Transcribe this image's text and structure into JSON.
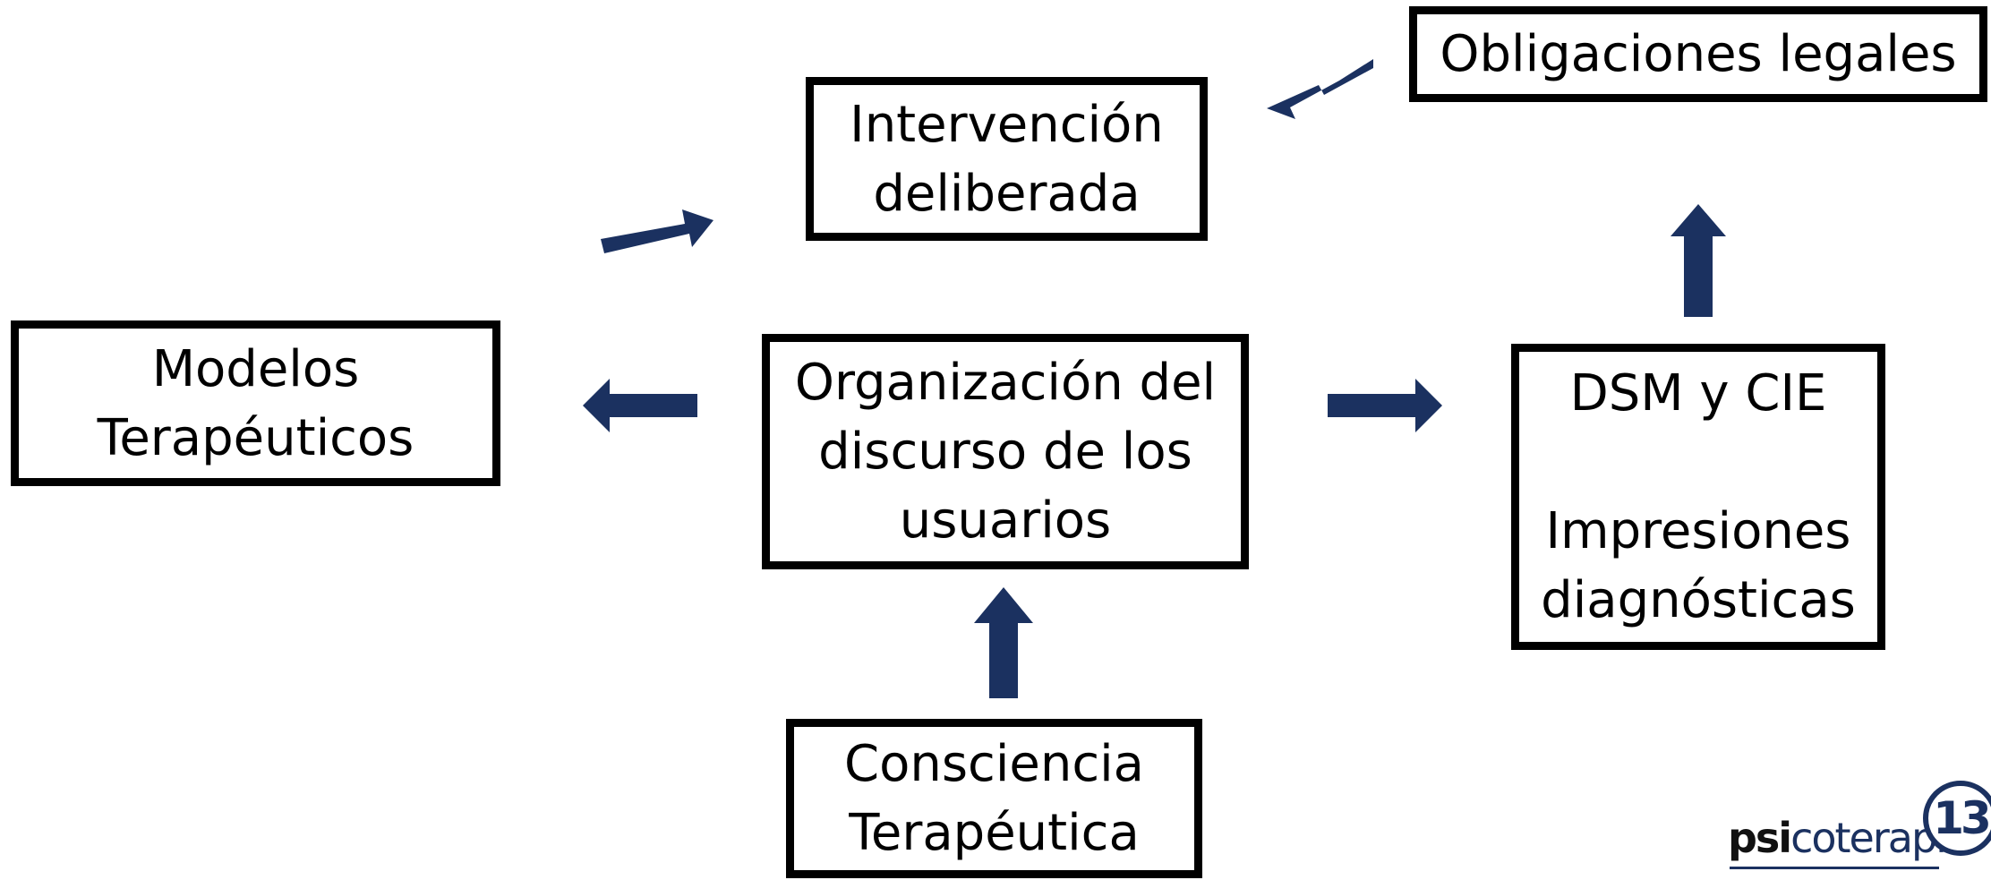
{
  "nodes": {
    "intervencion": "Intervención\ndeliberada",
    "obligaciones": "Obligaciones legales",
    "modelos": "Modelos\nTerapéuticos",
    "organizacion": "Organización  del\ndiscurso de los\nusuarios",
    "dsm": "DSM y CIE\n\nImpresiones\ndiagnósticas",
    "consciencia": "Consciencia\nTerapéutica"
  },
  "edges": [
    {
      "from": "organizacion",
      "to": "modelos"
    },
    {
      "from": "organizacion",
      "to": "dsm"
    },
    {
      "from": "consciencia",
      "to": "organizacion"
    },
    {
      "from": "modelos",
      "to": "intervencion"
    },
    {
      "from": "dsm",
      "to": "obligaciones"
    },
    {
      "from": "obligaciones",
      "to": "intervencion"
    }
  ],
  "colors": {
    "arrow": "#1b3160",
    "box_border": "#000000"
  },
  "logo": {
    "prefix": "psi",
    "suffix": "coterapia",
    "number": "13"
  }
}
